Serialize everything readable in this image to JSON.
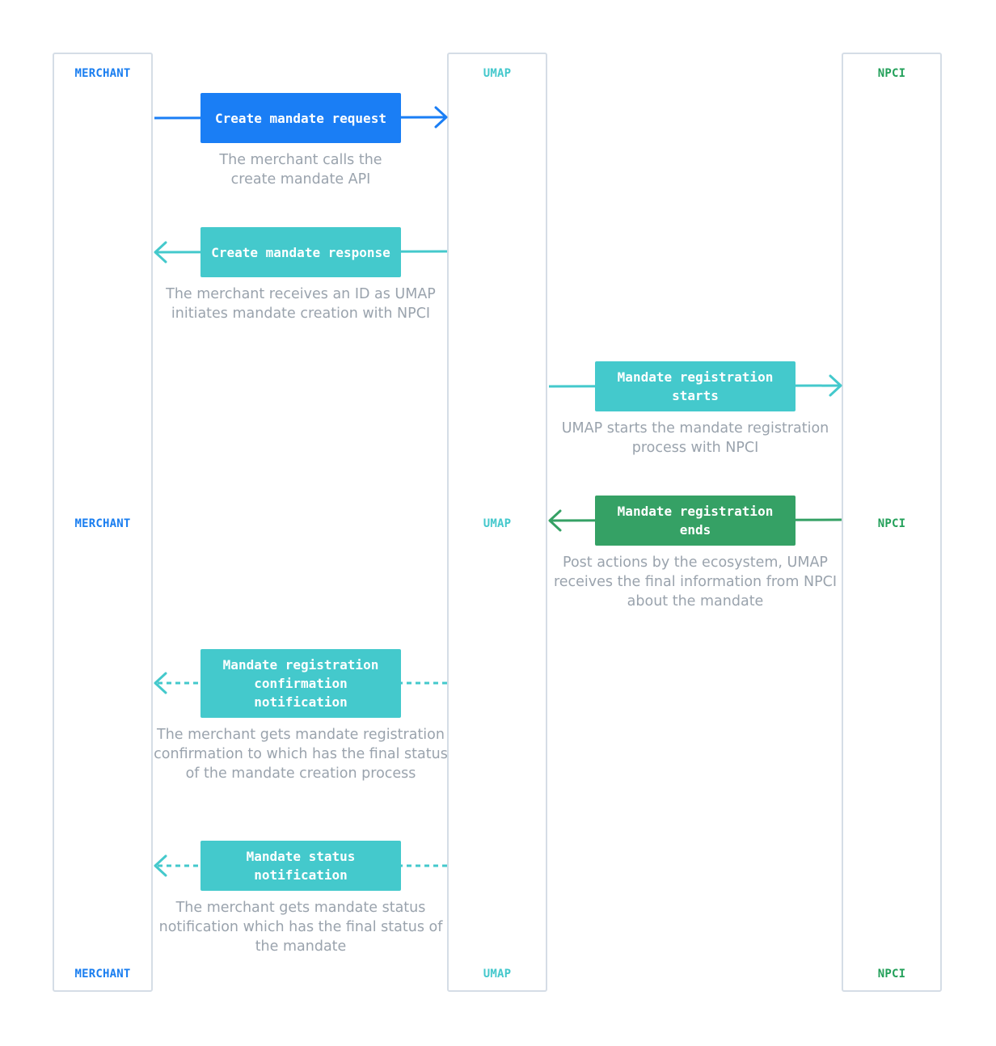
{
  "colors": {
    "merchant": "#1a7ef0",
    "umap": "#44c8cc",
    "npci": "#23a05a",
    "box_blue": "#1a7ef5",
    "box_teal": "#44c9cc",
    "box_green": "#35a165",
    "lane_border": "#d5dde6",
    "description": "#9aa3ad"
  },
  "lanes": {
    "merchant": "MERCHANT",
    "umap": "UMAP",
    "npci": "NPCI"
  },
  "messages": [
    {
      "label": "Create mandate request",
      "description": "The merchant calls the create mandate API",
      "style": "solid",
      "color": "blue"
    },
    {
      "label": "Create mandate response",
      "description": "The merchant receives an ID as UMAP initiates mandate creation with NPCI",
      "style": "solid",
      "color": "teal"
    },
    {
      "label": "Mandate registration starts",
      "description": "UMAP starts the mandate registration process with NPCI",
      "style": "solid",
      "color": "teal"
    },
    {
      "label": "Mandate registration ends",
      "description": "Post actions by the ecosystem, UMAP receives the final information from NPCI about the mandate",
      "style": "solid",
      "color": "green"
    },
    {
      "label": "Mandate registration confirmation notification",
      "description": "The merchant gets mandate registration confirmation to which has the final status of the mandate creation process",
      "style": "dashed",
      "color": "teal"
    },
    {
      "label": "Mandate status notification",
      "description": "The merchant gets mandate status notification which has the final status of the mandate",
      "style": "dashed",
      "color": "teal"
    }
  ]
}
